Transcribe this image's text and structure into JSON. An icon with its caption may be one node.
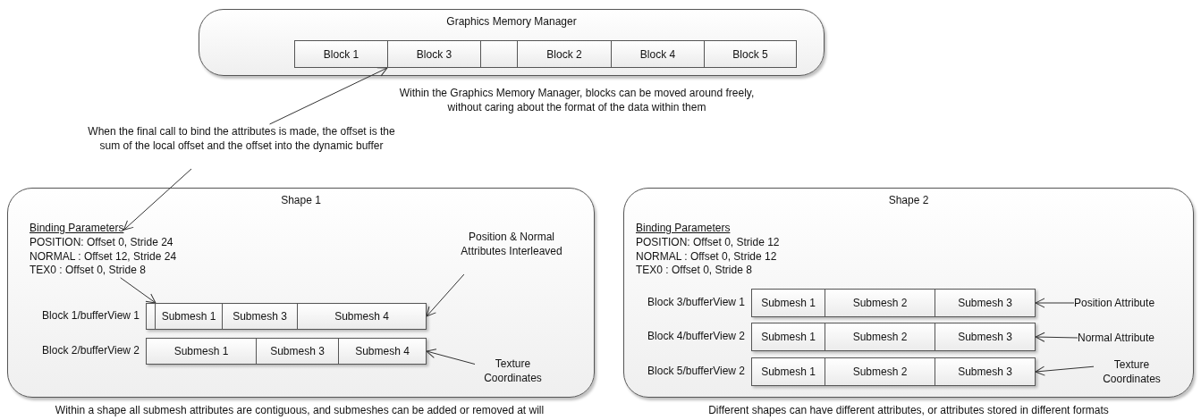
{
  "diagram": {
    "nodes": [
      {
        "text": [
          "Graphics Memory Manager"
        ]
      },
      {
        "text": [
          "Block 1"
        ],
        "in": 0
      },
      {
        "text": [
          "Block 3"
        ],
        "in": 0
      },
      {
        "text": [],
        "shape": "box",
        "in": 0
      },
      {
        "text": [
          "Block 2"
        ],
        "in": 0
      },
      {
        "text": [
          "Block 4"
        ],
        "in": 0
      },
      {
        "text": [
          "Block 5"
        ],
        "in": 0
      },
      {
        "text": [
          "When the final call to bind the attributes is made, the offset is the sum of the local offset and the offset into the dynamic buffer"
        ]
      },
      {
        "text": [
          "Shape 1"
        ]
      },
      {
        "text": [
          "Binding Parameters"
        ],
        "in": 8
      },
      {
        "text": [
          "POSITION: Offset 0, Stride 24",
          "NORMAL : Offset 12, Stride 24",
          "TEX0 : Offset 0, Stride 8"
        ],
        "in": 8
      },
      {
        "text": [],
        "shape": "bar",
        "in": 8,
        "beside": [
          "Block 1/bufferView 1"
        ]
      },
      {
        "text": [],
        "shape": "box",
        "in": 11
      },
      {
        "text": [
          "Submesh 1"
        ],
        "in": 11
      },
      {
        "text": [
          "Submesh 3"
        ],
        "in": 11
      },
      {
        "text": [
          "Submesh 4"
        ],
        "in": 11
      },
      {
        "text": [],
        "shape": "bar",
        "in": 8,
        "beside": [
          "Block 2/bufferView 2"
        ]
      },
      {
        "text": [
          "Submesh 1"
        ],
        "in": 16
      },
      {
        "text": [
          "Submesh 3"
        ],
        "in": 16
      },
      {
        "text": [
          "Submesh 4"
        ],
        "in": 16
      },
      {
        "text": [
          "Position & Normal Attributes Interleaved"
        ],
        "in": 8
      },
      {
        "text": [
          "Texture Coordinates"
        ],
        "in": 8
      },
      {
        "text": [
          "Shape 2"
        ]
      },
      {
        "text": [
          "Binding Parameters"
        ],
        "in": 22
      },
      {
        "text": [
          "POSITION: Offset 0, Stride 12",
          "NORMAL : Offset 0, Stride 12",
          "TEX0 : Offset 0, Stride 8"
        ],
        "in": 22
      },
      {
        "text": [],
        "shape": "bar",
        "in": 22,
        "beside": [
          "Block 3/bufferView 1"
        ]
      },
      {
        "text": [
          "Submesh 1"
        ],
        "in": 25
      },
      {
        "text": [
          "Submesh 2"
        ],
        "in": 25
      },
      {
        "text": [
          "Submesh 3"
        ],
        "in": 25
      },
      {
        "text": [],
        "shape": "bar",
        "in": 22,
        "beside": [
          "Block 4/bufferView 2"
        ]
      },
      {
        "text": [
          "Submesh 1"
        ],
        "in": 29
      },
      {
        "text": [
          "Submesh 2"
        ],
        "in": 29
      },
      {
        "text": [
          "Submesh 3"
        ],
        "in": 29
      },
      {
        "text": [],
        "shape": "bar",
        "in": 22,
        "beside": [
          "Block 5/bufferView 2"
        ]
      },
      {
        "text": [
          "Submesh 1"
        ],
        "in": 33
      },
      {
        "text": [
          "Submesh 2"
        ],
        "in": 33
      },
      {
        "text": [
          "Submesh 3"
        ],
        "in": 33
      },
      {
        "text": [
          "Position Attribute"
        ],
        "in": 22
      },
      {
        "text": [
          "Normal Attribute"
        ],
        "in": 22
      },
      {
        "text": [
          "Texture Coordinates"
        ],
        "in": 22
      }
    ],
    "edges": [
      {
        "from": 7,
        "to": 2,
        "arrow": "to"
      },
      {
        "from": 7,
        "to": 9,
        "arrow": "to"
      },
      {
        "from": 10,
        "to": 12,
        "arrow": "to"
      },
      {
        "from": 20,
        "to": 11,
        "arrow": "to"
      },
      {
        "from": 21,
        "to": 16,
        "arrow": "to"
      },
      {
        "from": 37,
        "to": 25,
        "arrow": "to"
      },
      {
        "from": 38,
        "to": 29,
        "arrow": "to"
      },
      {
        "from": 39,
        "to": 33,
        "arrow": "to"
      }
    ],
    "labels": [
      "Within the Graphics Memory Manager, blocks can be moved around freely, without caring about the format of the data within them",
      "Within a shape all submesh attributes are contiguous, and submeshes can be added or removed at will",
      "Different shapes can have different attributes, or attributes stored in different formats"
    ]
  }
}
